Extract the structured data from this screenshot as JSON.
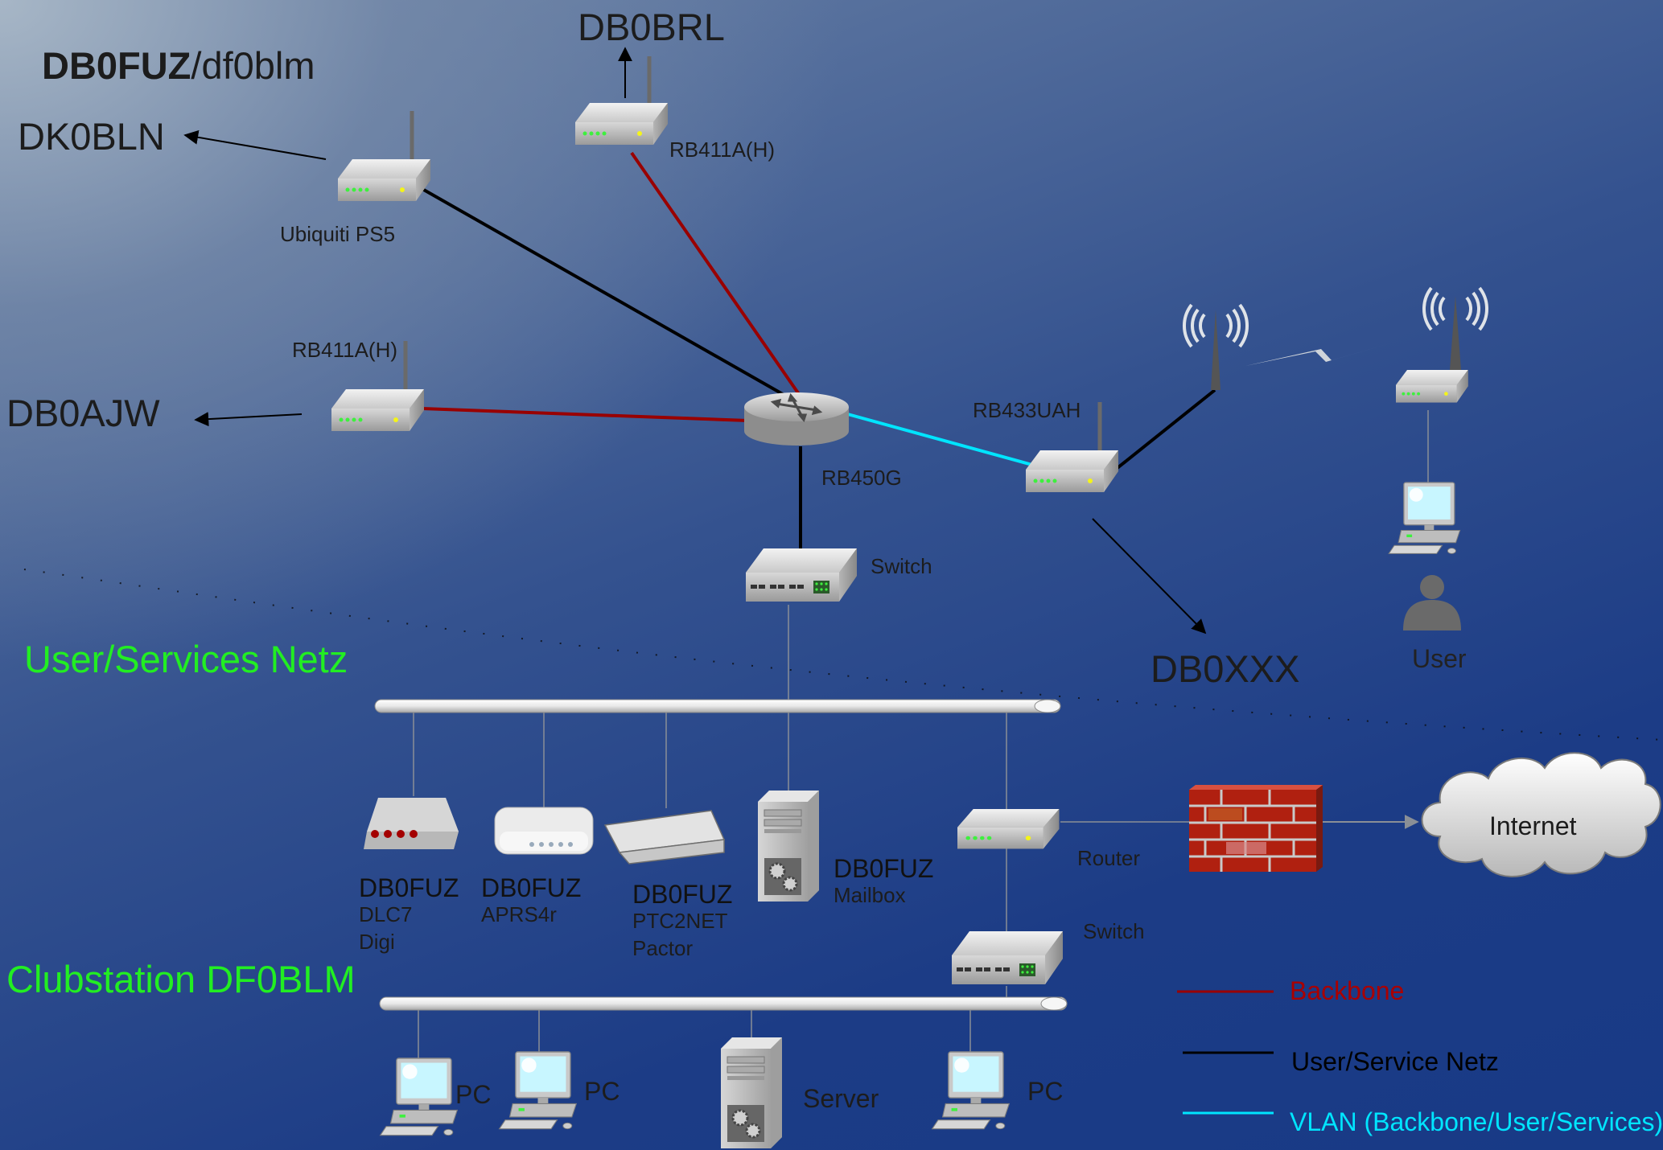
{
  "title": {
    "station": "DB0FUZ",
    "suffix": "/df0blm"
  },
  "remote_stations": {
    "dk0bln": "DK0BLN",
    "db0brl": "DB0BRL",
    "db0ajw": "DB0AJW",
    "db0xxx": "DB0XXX"
  },
  "devices": {
    "ubiquiti": "Ubiquiti PS5",
    "rb411_top": "RB411A(H)",
    "rb411_left": "RB411A(H)",
    "rb450": "RB450G",
    "rb433": "RB433UAH",
    "switch_top": "Switch",
    "router": "Router",
    "switch_bottom": "Switch",
    "internet": "Internet",
    "user": "User"
  },
  "networks": {
    "user_services": "User/Services Netz",
    "clubstation": "Clubstation DF0BLM"
  },
  "services": [
    {
      "name": "DB0FUZ",
      "line1": "DLC7",
      "line2": "Digi"
    },
    {
      "name": "DB0FUZ",
      "line1": "APRS4r",
      "line2": ""
    },
    {
      "name": "DB0FUZ",
      "line1": "PTC2NET",
      "line2": "Pactor"
    },
    {
      "name": "DB0FUZ",
      "line1": "Mailbox",
      "line2": ""
    }
  ],
  "club_hosts": [
    "PC",
    "PC",
    "Server",
    "PC"
  ],
  "legend": [
    {
      "label": "Backbone",
      "color": "#990000"
    },
    {
      "label": "User/Service Netz",
      "color": "#000000"
    },
    {
      "label": "VLAN (Backbone/User/Services)",
      "color": "#00e5ff"
    }
  ],
  "colors": {
    "backbone": "#990000",
    "user_service": "#000000",
    "vlan": "#00e5ff",
    "network_label": "#22ee22"
  }
}
